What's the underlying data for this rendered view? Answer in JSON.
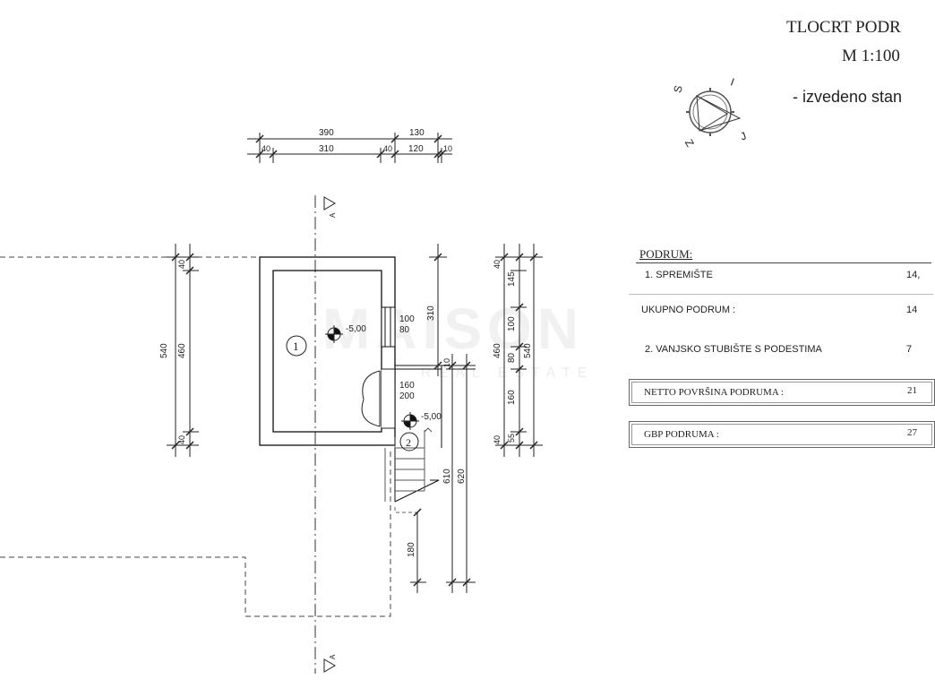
{
  "title": {
    "line1": "TLOCRT PODR",
    "line2": "M 1:100"
  },
  "note": "- izvedeno stan",
  "compass": {
    "labels": [
      "S",
      "I",
      "J",
      "Z"
    ],
    "icon": "compass-rose-icon"
  },
  "section_markers": {
    "top": "A",
    "bottom": "A"
  },
  "dims": {
    "top_overall": [
      "390",
      "130"
    ],
    "top_detail": [
      "40",
      "310",
      "40",
      "120",
      "10"
    ],
    "left_outer": "540",
    "left_inner": [
      "40",
      "460",
      "40"
    ],
    "right_of_room": "310",
    "door_window": [
      "100",
      "80"
    ],
    "door_main": [
      "160",
      "200"
    ],
    "stair": [
      "10",
      "610",
      "620",
      "180"
    ],
    "right_col1": [
      "40",
      "460",
      "40"
    ],
    "right_col2": [
      "145",
      "100",
      "80",
      "160",
      "55"
    ],
    "right_col3": "540"
  },
  "levels": {
    "room1": "-5,00",
    "room2": "-5,00"
  },
  "room_tags": [
    "1",
    "2"
  ],
  "table": {
    "header": "PODRUM:",
    "rows": [
      {
        "label": "1.  SPREMIŠTE",
        "value": "14,"
      },
      {
        "label": "UKUPNO PODRUM :",
        "value": "14"
      },
      {
        "label": "2.  VANJSKO STUBIŠTE S PODESTIMA",
        "value": "7"
      }
    ],
    "boxes": [
      {
        "label": "NETTO POVRŠINA PODRUMA :",
        "value": "21"
      },
      {
        "label": "GBP  PODRUMA :",
        "value": "27"
      }
    ]
  },
  "watermark": {
    "main": "MAISON",
    "sub": "REAL ESTATE"
  }
}
